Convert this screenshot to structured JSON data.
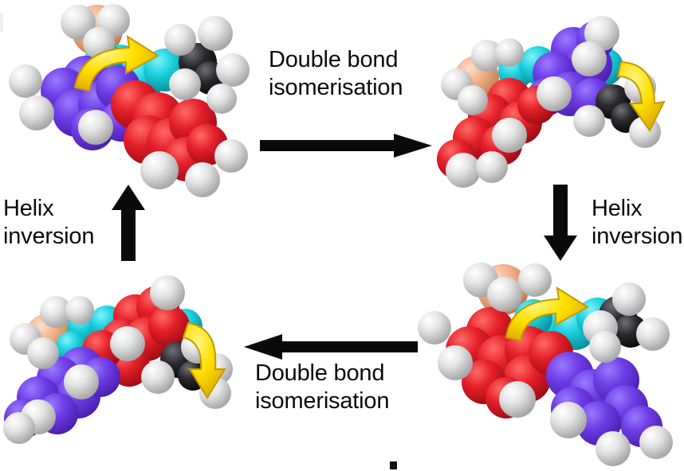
{
  "figure": {
    "title": "Molecular motor rotation cycle",
    "background_color": "#ffffff"
  },
  "labels": {
    "top_transition": "Double bond\nisomerisation",
    "bottom_transition": "Double bond\nisomerisation",
    "left_transition": "Helix\ninversion",
    "right_transition": "Helix\ninversion"
  },
  "arrows": [
    {
      "name": "arrow-top-right",
      "direction": "right",
      "label": "Double bond isomerisation",
      "color": "#0a0a0a"
    },
    {
      "name": "arrow-right-down",
      "direction": "down",
      "label": "Helix inversion",
      "color": "#0a0a0a"
    },
    {
      "name": "arrow-bottom-left",
      "direction": "left",
      "label": "Double bond isomerisation",
      "color": "#0a0a0a"
    },
    {
      "name": "arrow-left-up",
      "direction": "up",
      "label": "Helix inversion",
      "color": "#0a0a0a"
    }
  ],
  "molecules": [
    {
      "name": "molecule-top-left",
      "position": "top-left",
      "rotation_arrow": "clockwise-yellow"
    },
    {
      "name": "molecule-top-right",
      "position": "top-right",
      "rotation_arrow": "clockwise-yellow"
    },
    {
      "name": "molecule-bottom-right",
      "position": "bottom-right",
      "rotation_arrow": "clockwise-yellow"
    },
    {
      "name": "molecule-bottom-left",
      "position": "bottom-left",
      "rotation_arrow": "clockwise-yellow"
    }
  ],
  "colors": {
    "purple_ring": "#6633DD",
    "red_ring": "#E5202A",
    "cyan_core": "#1AD0DD",
    "dark_carbon": "#2A2A2E",
    "peach_sulfur": "#F0B089",
    "hydrogen_white": "#D9D9D9",
    "rotation_arrow_yellow": "#FFE000",
    "arrow_black": "#0a0a0a",
    "text_black": "#0b0b0b"
  }
}
